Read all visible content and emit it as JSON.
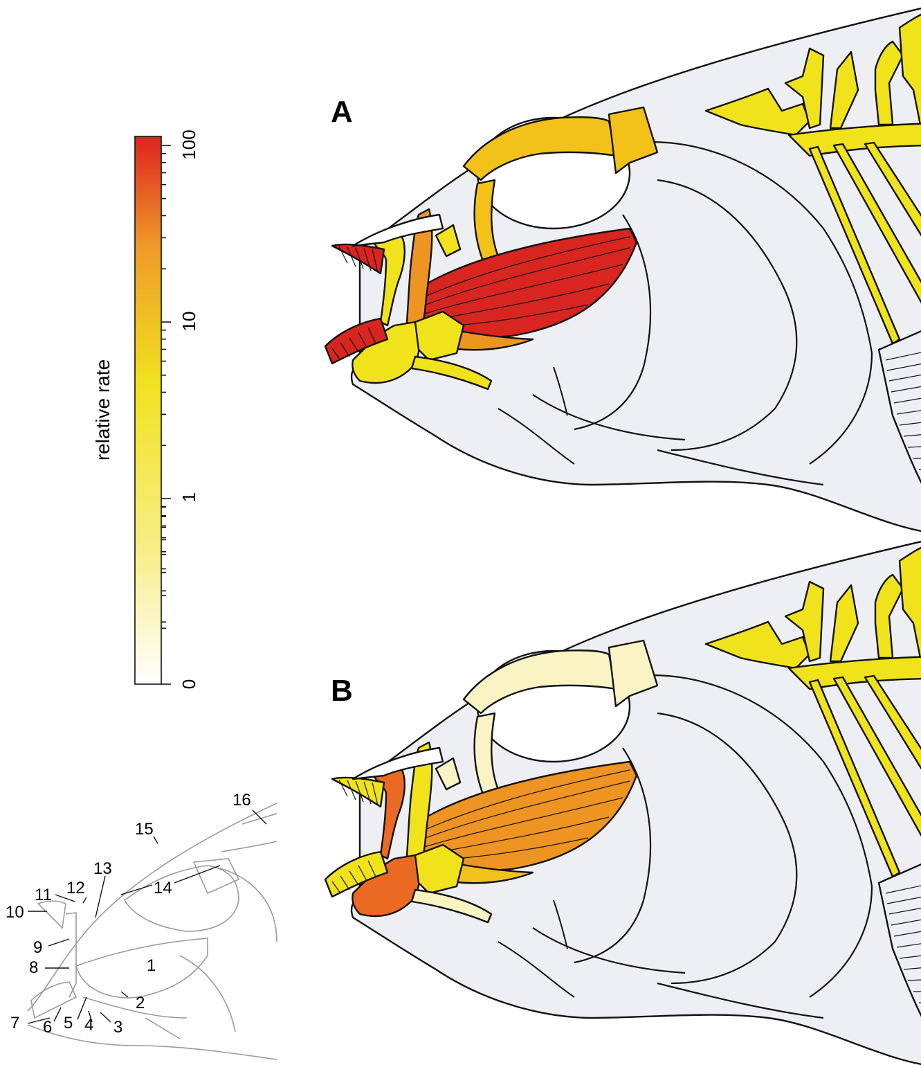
{
  "panels": {
    "a_letter": "A",
    "b_letter": "B"
  },
  "colorbar": {
    "title": "relative rate",
    "tick_labels": [
      "100",
      "10",
      "1",
      "0"
    ],
    "gradient_colors": [
      "#ffffff",
      "#f7ee86",
      "#f1e21f",
      "#ef9a2a",
      "#e0231f"
    ]
  },
  "key_labels": [
    "1",
    "2",
    "3",
    "4",
    "5",
    "6",
    "7",
    "8",
    "9",
    "10",
    "11",
    "12",
    "13",
    "14",
    "15",
    "16"
  ],
  "colors": {
    "red": "#d82520",
    "orange_red": "#ea6a23",
    "orange": "#ee9422",
    "amber": "#f2c21a",
    "yellow": "#f1e31b",
    "pale_yellow": "#faf3c3",
    "skull_fill": "#eeeff2",
    "outline": "#111111"
  },
  "heads": {
    "A": {
      "muscle": "red",
      "muscle_lower": "orange",
      "upper_teeth": "red",
      "lower_teeth": "red",
      "premaxilla": "yellow",
      "maxilla": "orange",
      "dentary": "yellow",
      "suspensorium": "yellow",
      "lower_jaw_ligament": "yellow",
      "suborbital": "amber",
      "frontal": "amber",
      "lateral_ethmoid": "yellow",
      "spine_pterygiophores": "yellow"
    },
    "B": {
      "muscle": "orange",
      "muscle_lower": "amber",
      "upper_teeth": "yellow",
      "lower_teeth": "yellow",
      "premaxilla": "orange_red",
      "maxilla": "yellow",
      "dentary": "orange_red",
      "suspensorium": "yellow",
      "lower_jaw_ligament": "pale_yellow",
      "suborbital": "pale_yellow",
      "frontal": "pale_yellow",
      "lateral_ethmoid": "pale_yellow",
      "spine_pterygiophores": "yellow"
    }
  }
}
